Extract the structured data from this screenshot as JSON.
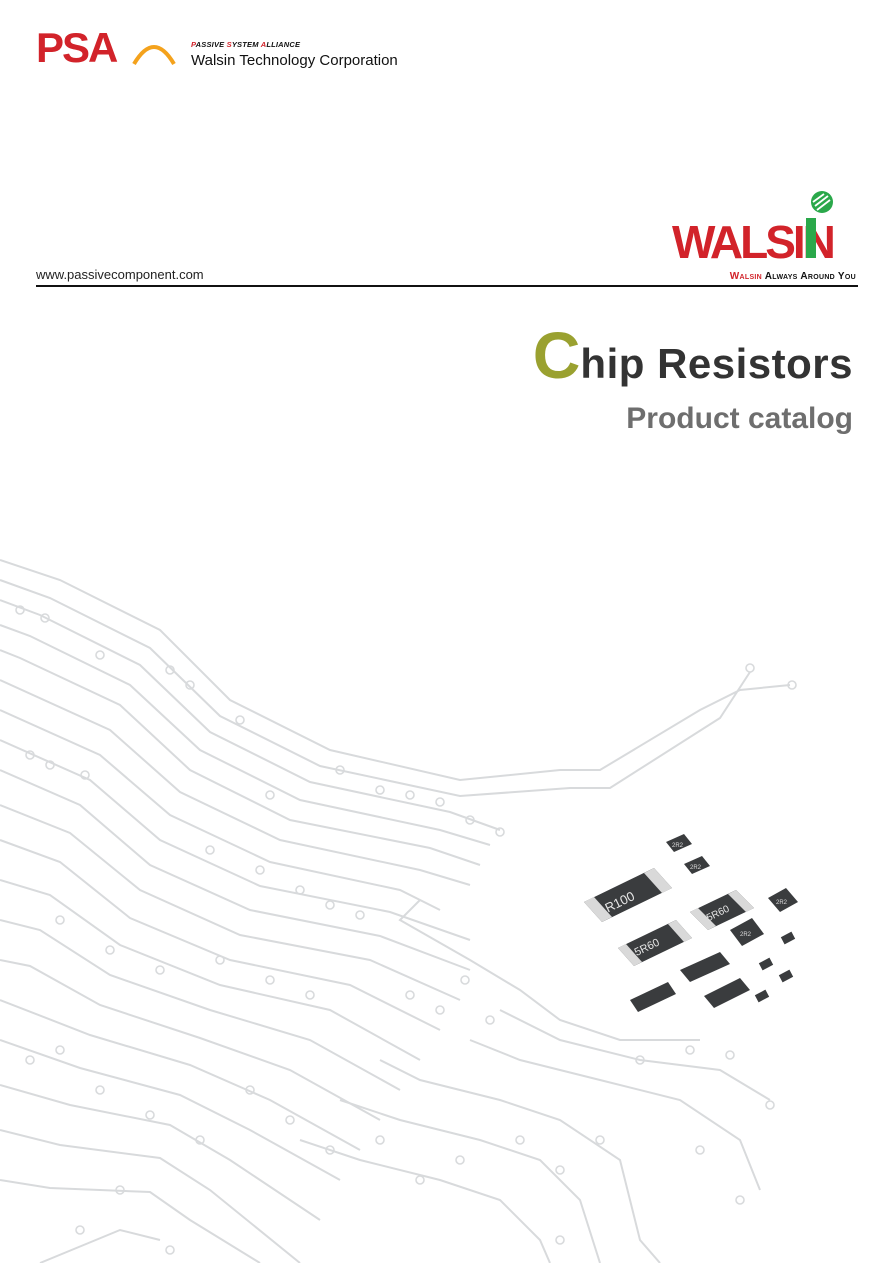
{
  "header": {
    "psa_logo_text": "PSA",
    "alliance_tagline": {
      "p1_cap": "P",
      "p1_rest": "ASSIVE ",
      "p2_cap": "S",
      "p2_rest": "YSTEM ",
      "p3_cap": "A",
      "p3_rest": "LLIANCE"
    },
    "company": "Walsin Technology Corporation"
  },
  "brand": {
    "logo_text": "WALSIN",
    "slogan_brand": "Walsin",
    "slogan_rest": " Always Around You"
  },
  "website": "www.passivecomponent.com",
  "title": {
    "initial": "C",
    "rest": "hip Resistors",
    "subtitle": "Product catalog"
  },
  "component_markings": [
    "R100",
    "5R60",
    "5R60",
    "2R2",
    "2R2",
    "2R2",
    "2R2"
  ],
  "colors": {
    "psa_red": "#d2232a",
    "walsin_red": "#d2232a",
    "walsin_green": "#2aa84a",
    "accent_olive": "#9aa130",
    "title_dark": "#333333",
    "subtitle_gray": "#6e6e6e",
    "circuit_line": "#d8dadc"
  }
}
